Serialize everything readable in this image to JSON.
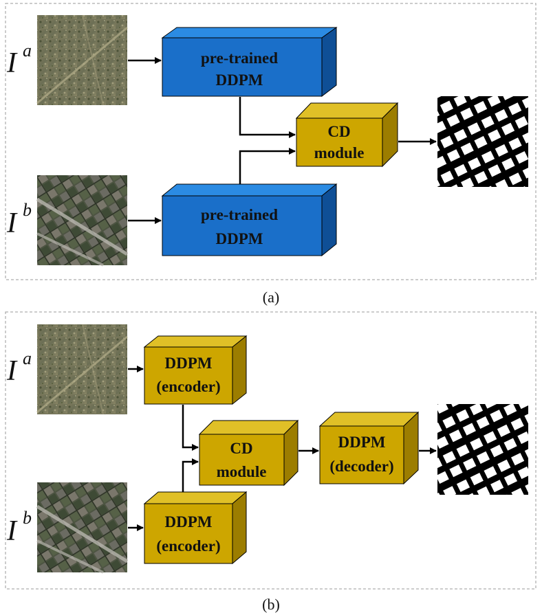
{
  "panel_a": {
    "input_a_label": {
      "base": "I",
      "sup": "a"
    },
    "input_b_label": {
      "base": "I",
      "sup": "b"
    },
    "ddpm_top": {
      "line1": "pre-trained",
      "line2": "DDPM"
    },
    "ddpm_bottom": {
      "line1": "pre-trained",
      "line2": "DDPM"
    },
    "cd_module": {
      "line1": "CD",
      "line2": "module"
    },
    "caption": "(a)"
  },
  "panel_b": {
    "input_a_label": {
      "base": "I",
      "sup": "a"
    },
    "input_b_label": {
      "base": "I",
      "sup": "b"
    },
    "encoder_top": {
      "line1": "DDPM",
      "line2": "(encoder)"
    },
    "encoder_bottom": {
      "line1": "DDPM",
      "line2": "(encoder)"
    },
    "cd_module": {
      "line1": "CD",
      "line2": "module"
    },
    "decoder": {
      "line1": "DDPM",
      "line2": "(decoder)"
    },
    "caption": "(b)"
  },
  "colors": {
    "ddpm_blue_front": "#1a6fc9",
    "ddpm_blue_top": "#2b8be3",
    "ddpm_blue_side": "#0f4f96",
    "gold_front": "#cda600",
    "gold_top": "#e0c027",
    "gold_side": "#9c7d00",
    "panel_border": "#999999",
    "change_map_bg": "#000000",
    "change_map_fg": "#ffffff"
  }
}
